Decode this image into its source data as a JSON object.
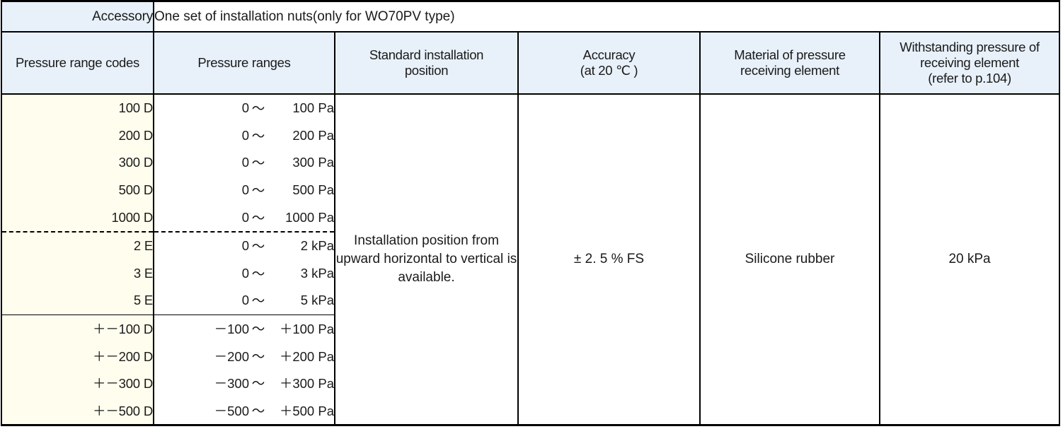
{
  "accessory": {
    "label": "Accessory",
    "value": "One set of installation nuts(only for WO70PV type)"
  },
  "headers": {
    "pressure_range_codes": "Pressure range codes",
    "pressure_ranges": "Pressure ranges",
    "standard_installation_position": "Standard installation",
    "standard_installation_position_2": "position",
    "accuracy": "Accuracy",
    "accuracy_2": "(at 20 ℃ )",
    "material": "Material of pressure",
    "material_2": "receiving element",
    "withstanding": "Withstanding pressure of",
    "withstanding_2": "receiving element",
    "withstanding_3": "(refer to p.104)"
  },
  "merged_cells": {
    "installation_position_line1": "Installation position from",
    "installation_position_line2": "upward horizontal to vertical",
    "installation_position_line3": "is available.",
    "accuracy_value": "± 2. 5 % FS",
    "material_value": "Silicone rubber",
    "withstanding_value": "20 kPa"
  },
  "groups": [
    {
      "id": "group-pa",
      "separator_after": "dashed",
      "rows": [
        {
          "code": "100 D",
          "lo": "0",
          "tilde": "～",
          "hi": "100 Pa"
        },
        {
          "code": "200 D",
          "lo": "0",
          "tilde": "～",
          "hi": "200 Pa"
        },
        {
          "code": "300 D",
          "lo": "0",
          "tilde": "～",
          "hi": "300 Pa"
        },
        {
          "code": "500 D",
          "lo": "0",
          "tilde": "～",
          "hi": "500 Pa"
        },
        {
          "code": "1000 D",
          "lo": "0",
          "tilde": "～",
          "hi": "1000 Pa"
        }
      ]
    },
    {
      "id": "group-kpa",
      "separator_after": "solid",
      "rows": [
        {
          "code": "2 E",
          "lo": "0",
          "tilde": "～",
          "hi": "2 kPa"
        },
        {
          "code": "3 E",
          "lo": "0",
          "tilde": "～",
          "hi": "3 kPa"
        },
        {
          "code": "5 E",
          "lo": "0",
          "tilde": "～",
          "hi": "5 kPa"
        }
      ]
    },
    {
      "id": "group-bipolar",
      "separator_after": "none",
      "rows": [
        {
          "code": "＋－100 D",
          "lo": "－100",
          "tilde": "～",
          "hi": "＋100 Pa"
        },
        {
          "code": "＋－200 D",
          "lo": "－200",
          "tilde": "～",
          "hi": "＋200 Pa"
        },
        {
          "code": "＋－300 D",
          "lo": "－300",
          "tilde": "～",
          "hi": "＋300 Pa"
        },
        {
          "code": "＋－500 D",
          "lo": "－500",
          "tilde": "～",
          "hi": "＋500 Pa"
        }
      ]
    }
  ],
  "colors": {
    "header_background": "#e8f1fa",
    "code_column_background": "#fffdee",
    "cell_background": "#ffffff",
    "border": "#000000",
    "text": "#1a1a1a"
  }
}
